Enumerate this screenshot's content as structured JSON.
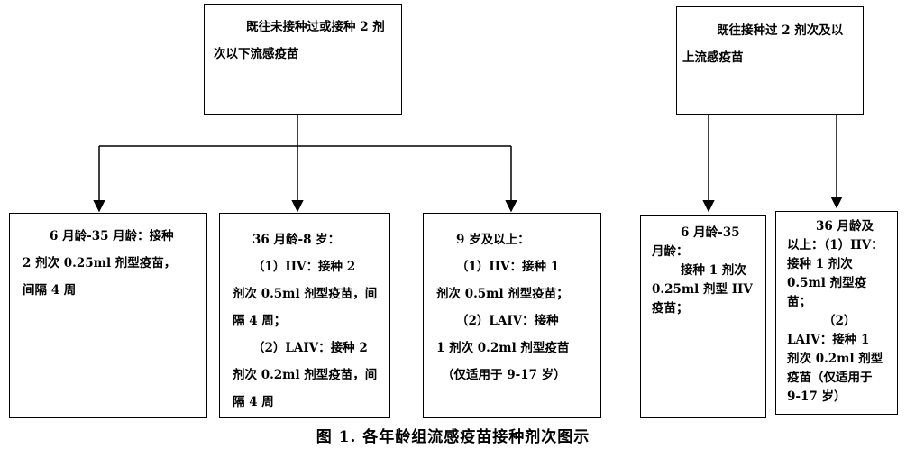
{
  "top_left": {
    "lines": [
      "既往未接种过或接种 2 剂",
      "次以下流感疫苗"
    ]
  },
  "top_right": {
    "lines": [
      "既往接种过 2 剂次及以",
      "上流感疫苗"
    ]
  },
  "box_6_35m_a": {
    "lines": [
      "6 月龄-35 月龄：接种",
      "2 剂次 0.25ml 剂型疫苗，",
      "间隔 4 周"
    ]
  },
  "box_36m_8y": {
    "lines": [
      "36 月龄-8 岁：",
      "（1）IIV：接种 2",
      "剂次 0.5ml 剂型疫苗，间",
      "隔 4 周；",
      "（2）LAIV：接种 2",
      "剂次 0.2ml 剂型疫苗，间",
      "隔 4 周"
    ]
  },
  "box_9y_plus": {
    "lines": [
      "9 岁及以上：",
      "（1）IIV：接种 1",
      "剂次 0.5ml 剂型疫苗；",
      "（2）LAIV：接种",
      "1 剂次 0.2ml 剂型疫苗",
      "（仅适用于 9-17 岁）"
    ]
  },
  "box_6_35m_b": {
    "lines": [
      "6 月龄-35",
      "月龄：",
      "接种 1 剂次",
      "0.25ml 剂型 IIV",
      "疫苗；"
    ]
  },
  "box_36m_plus": {
    "lines": [
      "36 月龄及",
      "以上：（1）IIV：",
      "接种 1 剂次",
      "0.5ml 剂型疫",
      "苗；",
      "（2）",
      "LAIV：接种 1",
      "剂次 0.2ml 剂型",
      "疫苗（仅适用于",
      "9-17 岁）"
    ]
  },
  "caption": "图 1. 各年龄组流感疫苗接种剂次图示"
}
